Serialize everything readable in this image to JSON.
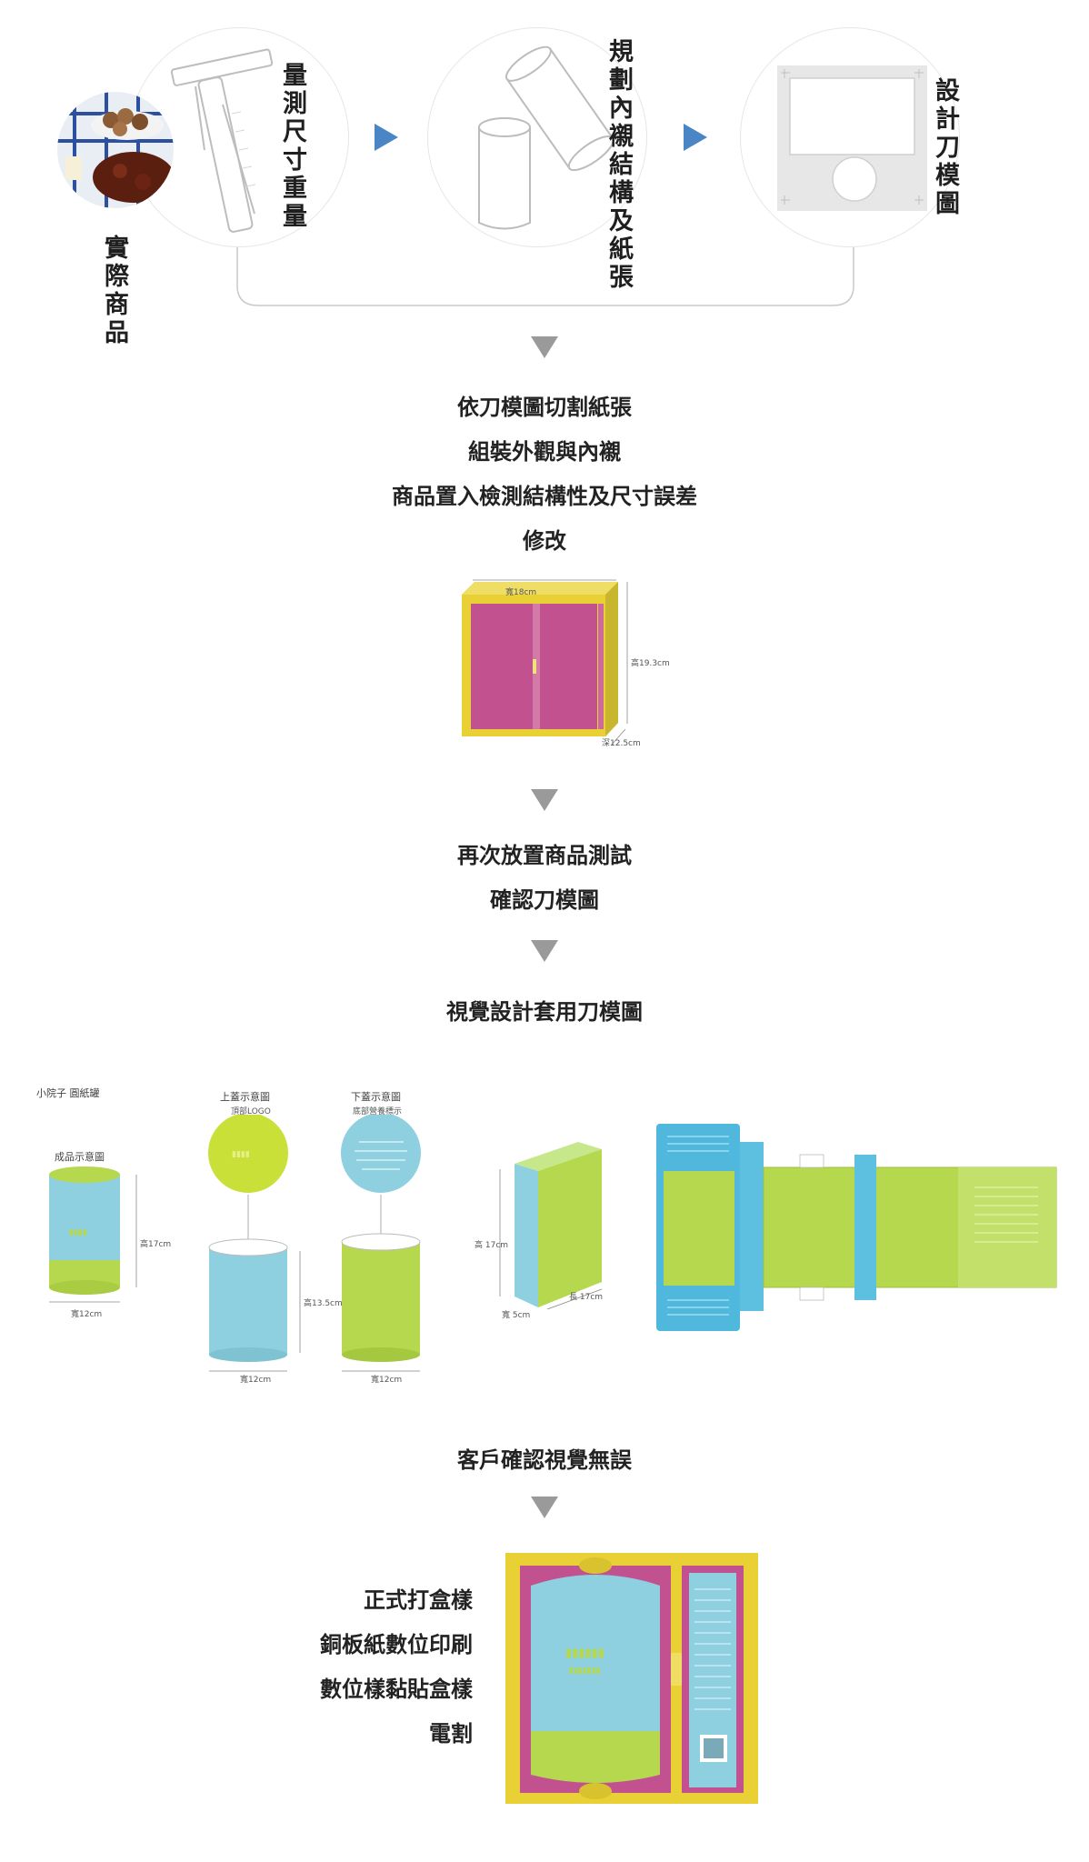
{
  "top": {
    "actual_product": "實際商品",
    "measure": "量測尺寸重量",
    "plan_structure": "規劃內襯結構及紙張",
    "die_design": "設計刀模圖"
  },
  "step2": {
    "lines": [
      "依刀模圖切割紙張",
      "組裝外觀與內襯",
      "商品置入檢測結構性及尺寸誤差",
      "修改"
    ]
  },
  "box1": {
    "width_label": "寬18cm",
    "height_label": "高19.3cm",
    "depth_label": "深12.5cm"
  },
  "step3": {
    "lines": [
      "再次放置商品測試",
      "確認刀模圖"
    ]
  },
  "step4": {
    "line": "視覺設計套用刀模圖"
  },
  "designs": {
    "sheet_title": "小院子 圓紙罐",
    "finished_label": "成品示意圖",
    "top_label": "上蓋示意圖",
    "top_sub": "頂部LOGO",
    "bottom_label": "下蓋示意圖",
    "bottom_sub": "底部營養標示",
    "can_height": "高17cm",
    "can_width": "寬12cm",
    "lid_height": "高13.5cm",
    "lid_width_1": "寬12cm",
    "lid_width_2": "寬12cm",
    "box_height": "高 17cm",
    "box_depth": "寬 5cm",
    "box_width": "長 17cm"
  },
  "step5": {
    "line": "客戶確認視覺無誤"
  },
  "step6": {
    "lines": [
      "正式打盒樣",
      "銅板紙數位印刷",
      "數位樣黏貼盒樣",
      "電割"
    ]
  },
  "colors": {
    "accent_blue": "#4a86c5",
    "arrow_gray": "#9a9a9a",
    "yellow": "#e8d035",
    "magenta": "#c2528f",
    "sky": "#8fd0e0",
    "lime": "#b5d84e"
  }
}
